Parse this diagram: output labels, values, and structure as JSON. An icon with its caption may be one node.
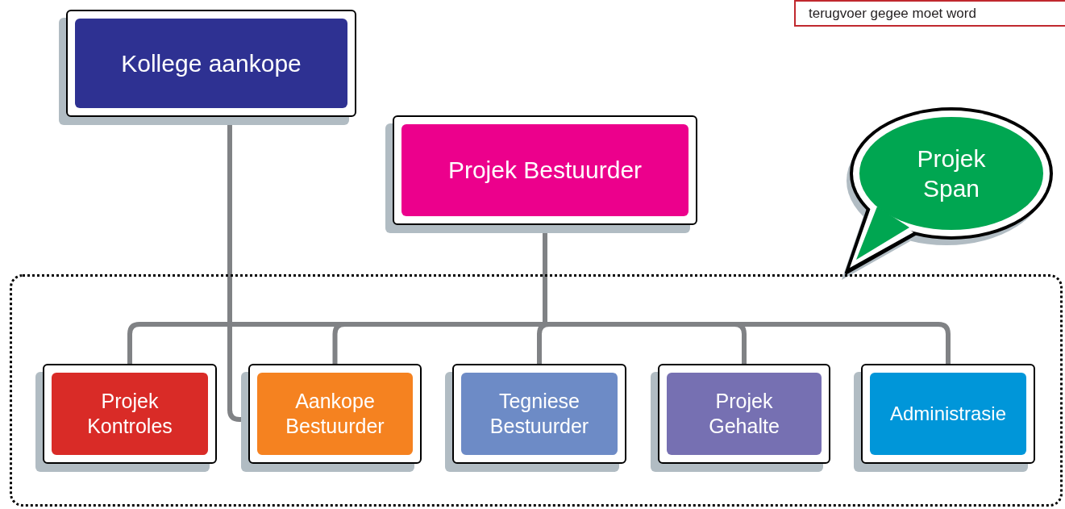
{
  "diagram": {
    "nodes": [
      {
        "text": [
          "Kollege aankope"
        ]
      },
      {
        "text": [
          "Projek Bestuurder"
        ]
      },
      {
        "text": [
          "Projek Span"
        ]
      },
      {
        "text": [],
        "shape": "box"
      },
      {
        "text": [
          "Projek Kontroles"
        ],
        "in": 3
      },
      {
        "text": [
          "Aankope Bestuurder"
        ],
        "in": 3
      },
      {
        "text": [
          "Tegniese Bestuurder"
        ],
        "in": 3
      },
      {
        "text": [
          "Projek Gehalte"
        ],
        "in": 3
      },
      {
        "text": [
          "Administrasie"
        ],
        "in": 3
      },
      {
        "text": [
          "terugvoer gegee moet word"
        ]
      }
    ],
    "edges": [
      {
        "from": 0,
        "to": 5,
        "arrow": "none"
      },
      {
        "from": 1,
        "to": 4,
        "arrow": "none"
      },
      {
        "from": 1,
        "to": 5,
        "arrow": "none"
      },
      {
        "from": 1,
        "to": 6,
        "arrow": "none"
      },
      {
        "from": 1,
        "to": 7,
        "arrow": "none"
      },
      {
        "from": 1,
        "to": 8,
        "arrow": "none"
      }
    ]
  }
}
